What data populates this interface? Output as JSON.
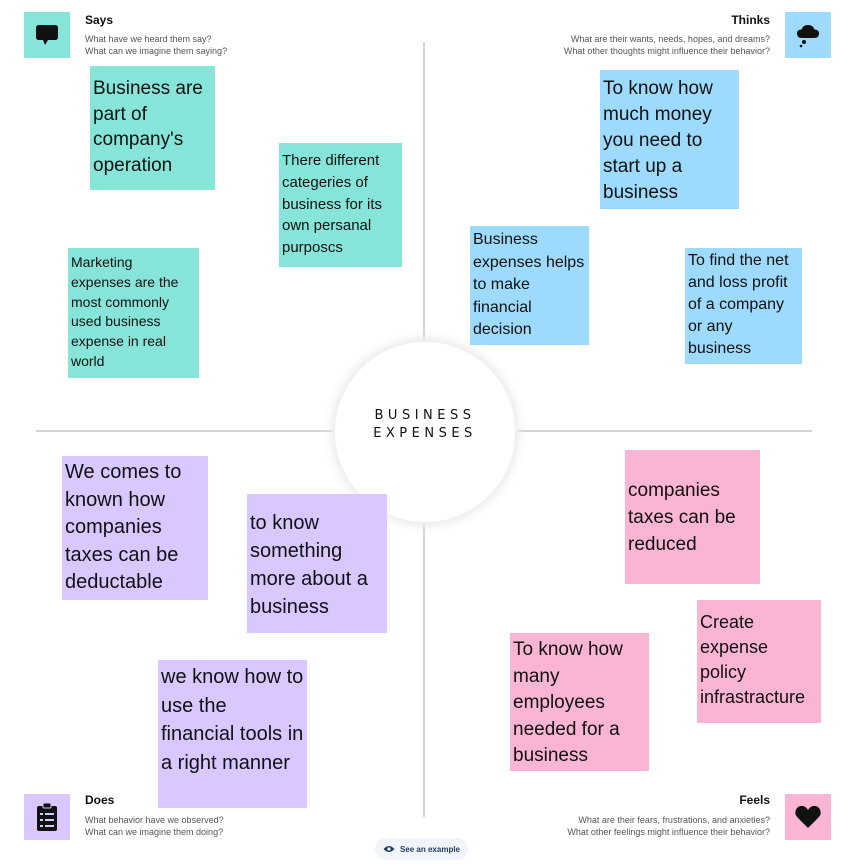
{
  "center": {
    "title": "BUSINESS\nEXPENSES"
  },
  "quadrants": {
    "says": {
      "icon": "speech-bubble-icon",
      "title": "Says",
      "lines": [
        "What have we heard them say?",
        "What can we imagine them saying?"
      ],
      "color": "#86e4d9"
    },
    "thinks": {
      "icon": "thought-cloud-icon",
      "title": "Thinks",
      "lines": [
        "What are their wants, needs, hopes, and dreams?",
        "What other thoughts might influence their behavior?"
      ],
      "color": "#9ddafb"
    },
    "does": {
      "icon": "clipboard-checklist-icon",
      "title": "Does",
      "lines": [
        "What behavior have we observed?",
        "What can we imagine them doing?"
      ],
      "color": "#d9c8ff"
    },
    "feels": {
      "icon": "heart-icon",
      "title": "Feels",
      "lines": [
        "What are their fears, frustrations, and anxieties?",
        "What other feelings might influence their behavior?"
      ],
      "color": "#fab5d5"
    }
  },
  "notes": {
    "says": [
      "Business are part of company's operation",
      "There different categeries of business for its own persanal purposcs",
      "Marketing expenses are the most commonly used business expense in real world"
    ],
    "thinks": [
      "To know how much money you need to start up a business",
      "Business expenses helps to make financial decision",
      "To find the net and loss profit of a company or any business"
    ],
    "does": [
      "We comes to known how companies taxes can be deductable",
      "to know something more about a business",
      "we know how to use the financial tools in a right manner"
    ],
    "feels": [
      "companies taxes can be reduced",
      "Create expense policy infrastracture",
      "To know how many employees needed for a business"
    ]
  },
  "footer": {
    "see_example": "See an example",
    "icon": "eye-icon"
  }
}
